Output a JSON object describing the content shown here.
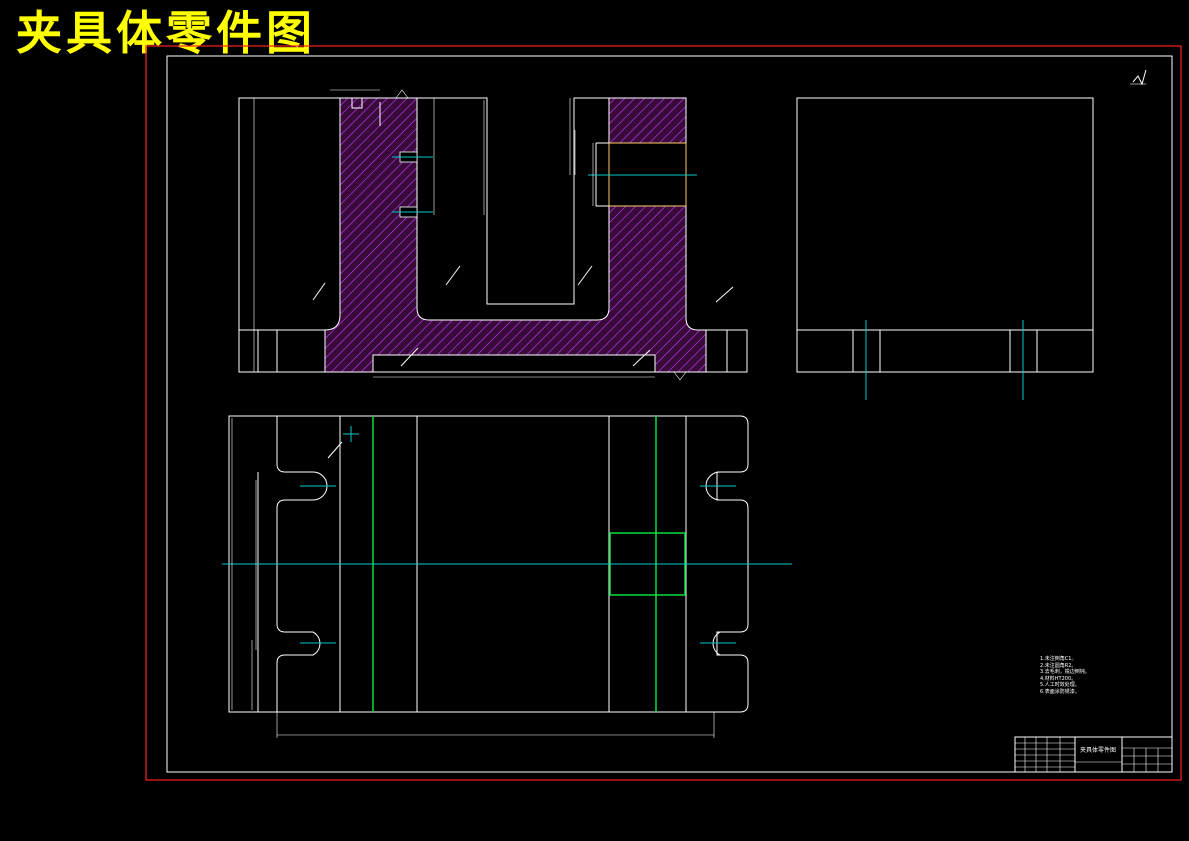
{
  "title": "夹具体零件图",
  "colors": {
    "background": "#000000",
    "title": "#ffff00",
    "frame": "#ff2020",
    "outline": "#ffffff",
    "hatch": "#c040ff",
    "section_fill": "#3a0a3a",
    "center_line": "#00c8c8",
    "green_line": "#00e040"
  },
  "tech_notes": [
    "1.未注倒角C1。",
    "2.未注圆角R2。",
    "3.去毛刺，锐边倒钝。",
    "4.材料HT200。",
    "5.人工时效处理。",
    "6.表面涂防锈漆。"
  ],
  "title_block": {
    "name": "夹具体零件图"
  }
}
